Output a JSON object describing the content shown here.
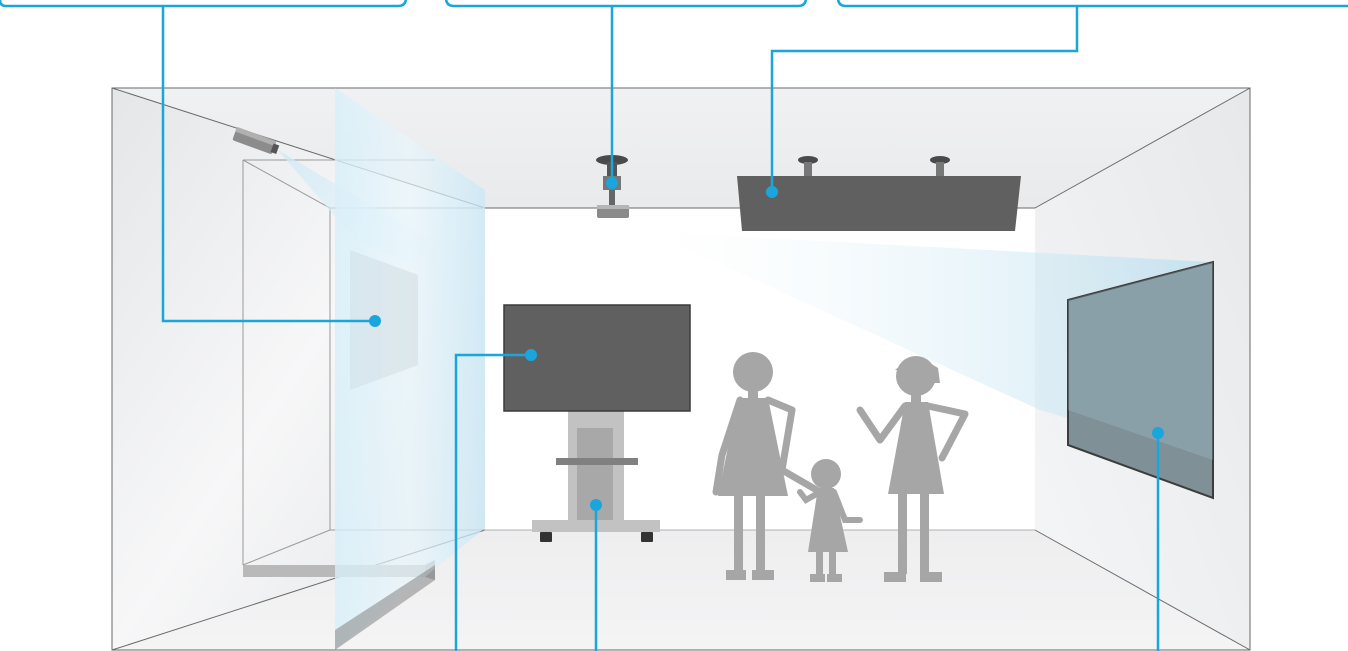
{
  "diagram": {
    "kind": "room-equipment-illustration",
    "accent_color": "#1aa6dc",
    "wall_color": "#eef0f2",
    "device_color": "#606060",
    "figure_color": "#a6a6a6",
    "glass_color": "#d2ecf8",
    "screen_color": "#7f9097",
    "callout_boxes": [
      {
        "id": "top-left",
        "label": ""
      },
      {
        "id": "top-center",
        "label": ""
      },
      {
        "id": "top-right",
        "label": ""
      }
    ],
    "callouts": [
      {
        "target": "window-projection",
        "box": "top-left"
      },
      {
        "target": "ceiling-projector",
        "box": "top-center"
      },
      {
        "target": "ceiling-speaker-bar",
        "box": "top-right"
      },
      {
        "target": "display-monitor",
        "box": "bottom"
      },
      {
        "target": "display-stand",
        "box": "bottom"
      },
      {
        "target": "wall-screen",
        "box": "bottom"
      }
    ]
  }
}
